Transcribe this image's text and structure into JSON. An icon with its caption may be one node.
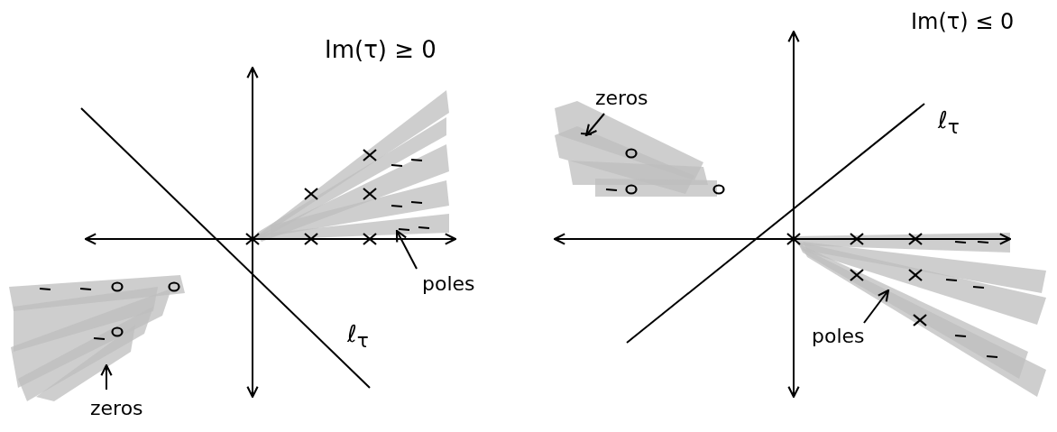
{
  "diagram": {
    "nodes": [
      {
        "text": [
          "poles"
        ]
      },
      {
        "text": [
          "zeros"
        ]
      },
      {
        "text": [
          "zeros"
        ]
      },
      {
        "text": [
          "poles"
        ]
      },
      {
        "text": [],
        "shape": "band"
      },
      {
        "text": [],
        "shape": "band"
      },
      {
        "text": [],
        "shape": "band"
      },
      {
        "text": [],
        "shape": "band"
      }
    ],
    "edges": [
      {
        "from": 0,
        "to": 4,
        "arrow": "to"
      },
      {
        "from": 1,
        "to": 5,
        "arrow": "to"
      },
      {
        "from": 2,
        "to": 6,
        "arrow": "to"
      },
      {
        "from": 3,
        "to": 7,
        "arrow": "to"
      }
    ],
    "labels": [
      "Im(τ) ≥ 0",
      "ℓ$_{τ}$",
      "Im(τ) ≤ 0",
      "ℓ$_{τ}$"
    ]
  }
}
